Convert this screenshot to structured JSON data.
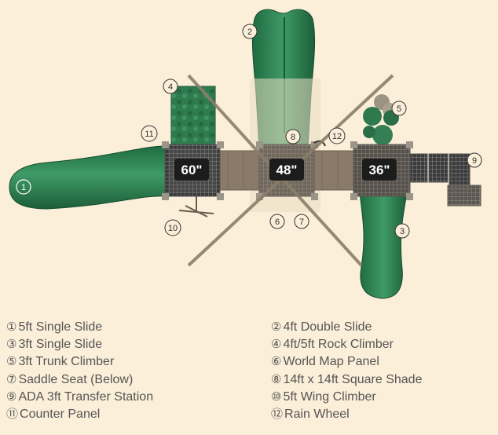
{
  "decks": [
    {
      "id": "deck-60",
      "label": "60\""
    },
    {
      "id": "deck-48",
      "label": "48\""
    },
    {
      "id": "deck-36",
      "label": "36\""
    }
  ],
  "callouts": [
    "1",
    "2",
    "3",
    "4",
    "5",
    "6",
    "7",
    "8",
    "9",
    "10",
    "11",
    "12"
  ],
  "legend": {
    "left": [
      {
        "num": "①",
        "text": "5ft Single Slide"
      },
      {
        "num": "③",
        "text": "3ft Single Slide"
      },
      {
        "num": "⑤",
        "text": "3ft Trunk Climber"
      },
      {
        "num": "⑦",
        "text": "Saddle Seat (Below)"
      },
      {
        "num": "⑨",
        "text": "ADA 3ft Transfer Station"
      },
      {
        "num": "⑪",
        "text": "Counter Panel"
      }
    ],
    "right": [
      {
        "num": "②",
        "text": "4ft Double Slide"
      },
      {
        "num": "④",
        "text": "4ft/5ft Rock Climber"
      },
      {
        "num": "⑥",
        "text": "World Map Panel"
      },
      {
        "num": "⑧",
        "text": "14ft x 14ft Square Shade"
      },
      {
        "num": "⑩",
        "text": "5ft Wing Climber"
      },
      {
        "num": "⑫",
        "text": "Rain Wheel"
      }
    ]
  },
  "colors": {
    "background": "#fbefd9",
    "slide_green": "#2e7a4e",
    "deck_brown": "#8a7a6a",
    "shade_line": "#8a7e6a",
    "label_dark": "#1c1c1c"
  }
}
